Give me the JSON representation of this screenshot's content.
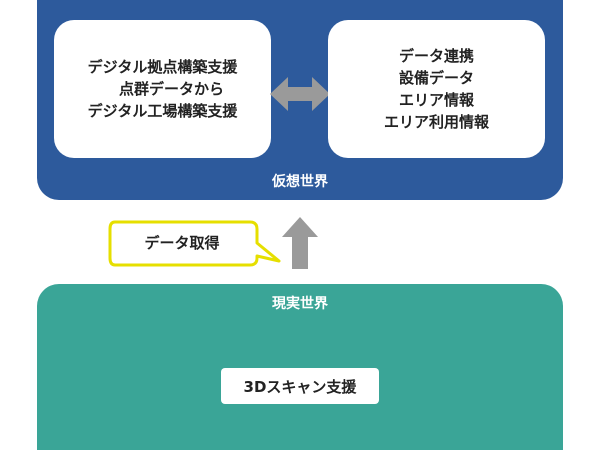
{
  "virtual_world": {
    "label": "仮想世界",
    "left_card": {
      "lines": [
        "デジタル拠点構築支援",
        "点群データから",
        "デジタル工場構築支援"
      ]
    },
    "right_card": {
      "lines": [
        "データ連携",
        "設備データ",
        "エリア情報",
        "エリア利用情報"
      ]
    },
    "connector_icon": "double-headed-arrow"
  },
  "data_acquisition": {
    "label": "データ取得",
    "arrow_icon": "up-arrow"
  },
  "real_world": {
    "label": "現実世界",
    "service": "3Dスキャン支援"
  },
  "colors": {
    "virtual_panel": "#2d5a9c",
    "real_panel": "#3aa597",
    "callout_border": "#e6df00",
    "arrow_gray": "#9a9a9a"
  }
}
